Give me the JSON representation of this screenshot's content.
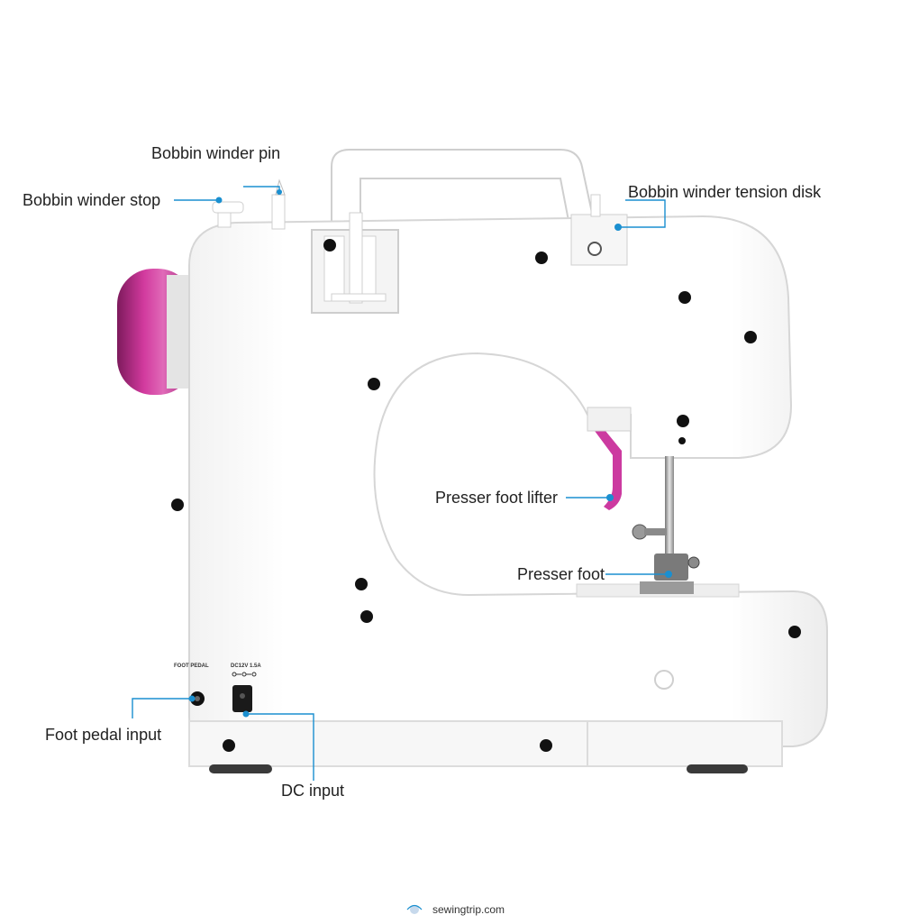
{
  "callouts": {
    "bobbin_winder_pin": "Bobbin winder pin",
    "bobbin_winder_stop": "Bobbin winder stop",
    "bobbin_winder_tension_disk": "Bobbin winder tension disk",
    "presser_foot_lifter": "Presser foot lifter",
    "presser_foot": "Presser foot",
    "foot_pedal_input": "Foot pedal input",
    "dc_input": "DC input"
  },
  "panel_text": {
    "foot_pedal": "FOOT PEDAL",
    "dc_rating": "DC12V 1.5A"
  },
  "watermark": "sewingtrip.com",
  "colors": {
    "callout_line": "#1a8fd0",
    "callout_dot": "#1a8fd0",
    "body": "#ffffff",
    "body_outline": "#d6d6d6",
    "accent_pink": "#c0288c",
    "screw": "#111111"
  }
}
